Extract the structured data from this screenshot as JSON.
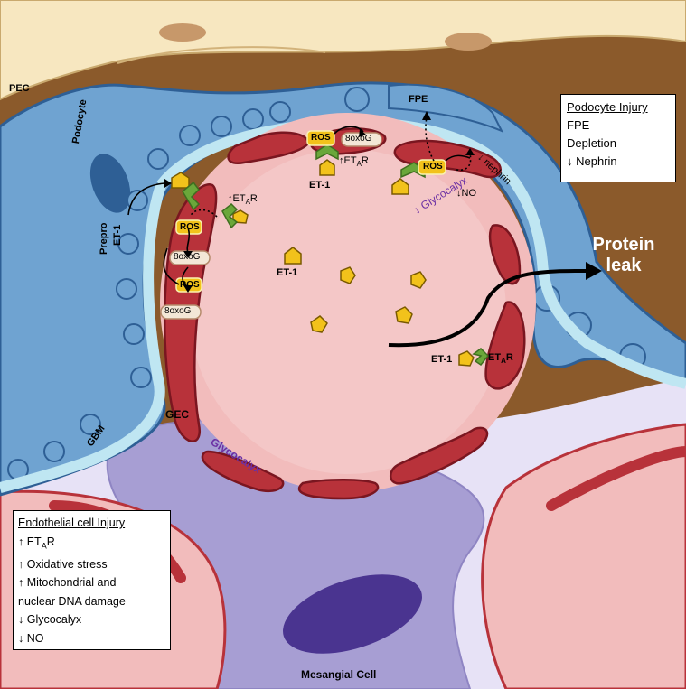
{
  "labels": {
    "pec": "PEC",
    "podocyte": "Podocyte",
    "gbm": "GBM",
    "gec": "GEC",
    "mesangial_cell": "Mesangial Cell",
    "fpe": "FPE",
    "nephrin": "↓ nephrin",
    "glycocalyx_top": "↓ Glycocalyx",
    "glycocalyx_bottom": "Glycocalyx",
    "protein_leak_line1": "Protein",
    "protein_leak_line2": "leak",
    "prepro": "Prepro",
    "et1": "ET-1",
    "ros": "ROS",
    "oxog": "8oxoG",
    "etar_arrow": "↑ET",
    "etar_plain": "ET",
    "etar_sub": "A",
    "etar_r": "R",
    "down_no": "↓NO"
  },
  "podocyte_box": {
    "title": "Podocyte Injury",
    "items": [
      "FPE",
      "Depletion",
      "↓ Nephrin"
    ]
  },
  "endothelial_box": {
    "title": "Endothelial cell Injury",
    "line1_prefix": "↑ ET",
    "line1_sub": "A",
    "line1_suffix": "R",
    "items": [
      "↑ Oxidative stress",
      "↑ Mitochondrial and",
      "nuclear DNA damage",
      "↓ Glycocalyx",
      "↓ NO"
    ]
  },
  "colors": {
    "pec_tissue": "#8b5a2b",
    "pec_cell": "#f7e7c0",
    "podocyte": "#6fa3d1",
    "podocyte_dark": "#2e5f95",
    "gbm": "#bfe6f2",
    "lumen": "#f2bcbc",
    "gec": "#b8323a",
    "gec_dark": "#7a1620",
    "mesangium": "#a79ed3",
    "mesangial_nucleus": "#4a3490",
    "glycocalyx_text": "#6b2fa3",
    "et1": "#f2c21b",
    "receptor": "#6aa73a"
  }
}
